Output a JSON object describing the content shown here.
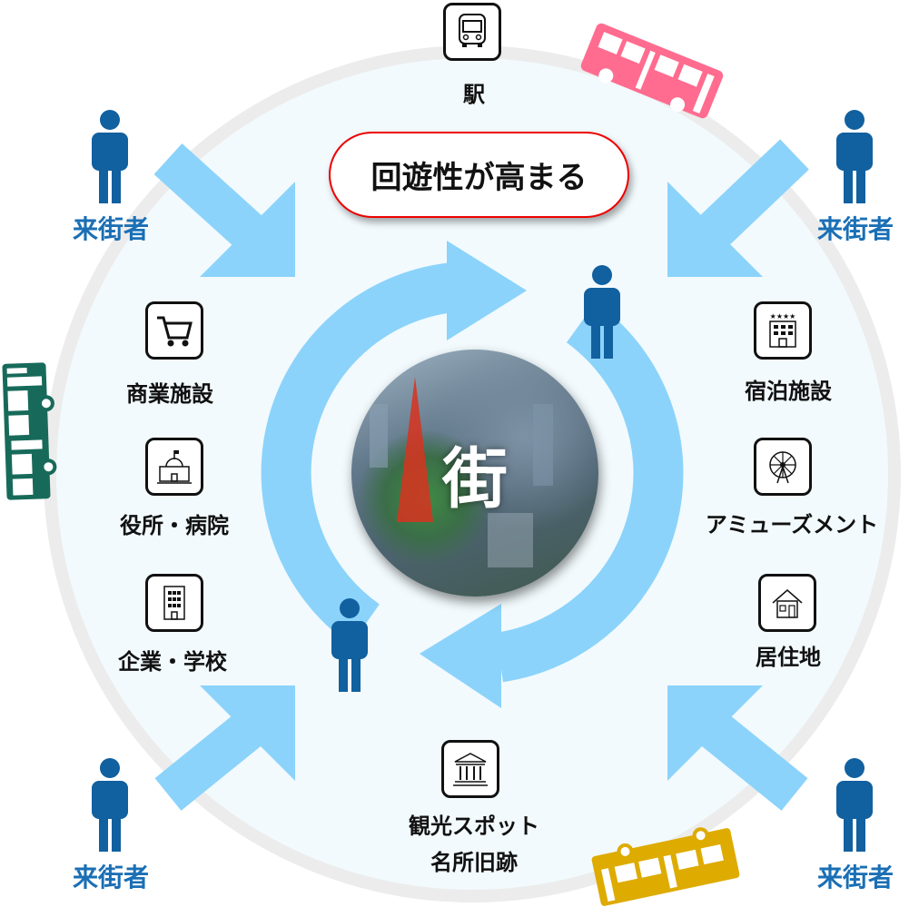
{
  "center": {
    "label": "街"
  },
  "headline": "回遊性が高まる",
  "visitor_label": "来街者",
  "facilities": [
    {
      "id": "station",
      "label": "駅",
      "icon": "bus-front-icon"
    },
    {
      "id": "commercial",
      "label": "商業施設",
      "icon": "shopping-cart-icon"
    },
    {
      "id": "government",
      "label": "役所・病院",
      "icon": "government-building-icon"
    },
    {
      "id": "office",
      "label": "企業・学校",
      "icon": "office-building-icon"
    },
    {
      "id": "hotel",
      "label": "宿泊施設",
      "icon": "hotel-icon"
    },
    {
      "id": "amusement",
      "label": "アミューズメント",
      "icon": "ferris-wheel-icon"
    },
    {
      "id": "residence",
      "label": "居住地",
      "icon": "house-icon"
    },
    {
      "id": "tourism",
      "label": "観光スポット",
      "label2": "名所旧跡",
      "icon": "museum-icon"
    }
  ],
  "colors": {
    "arrow": "#8bd3fb",
    "person": "#11609f",
    "label_blue": "#1a6fb5",
    "ring": "#ececec",
    "inner": "#f2fafd",
    "bus_pink": "#ff6c8f",
    "bus_green": "#176a5a",
    "bus_yellow": "#deab00",
    "pill_border": "#e00000"
  }
}
